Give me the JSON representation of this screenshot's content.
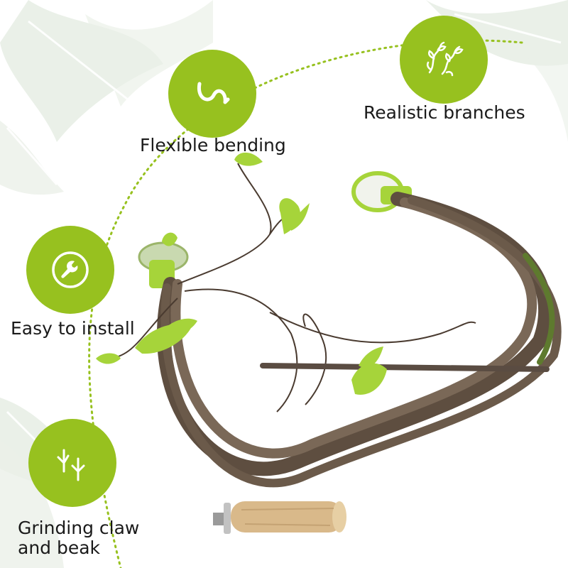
{
  "colors": {
    "accent": "#97C11F",
    "text": "#1a1a1a",
    "bark": "#6b5a4a",
    "leaf": "#a6d43a",
    "wood": "#d9b98a"
  },
  "features": [
    {
      "id": "flexible",
      "label": "Flexible bending",
      "icon": "wavy-line-icon"
    },
    {
      "id": "realistic",
      "label": "Realistic branches",
      "icon": "vine-branches-icon"
    },
    {
      "id": "install",
      "label": "Easy to install",
      "icon": "wrench-icon"
    },
    {
      "id": "grinding",
      "label_line1": "Grinding claw",
      "label_line2": "and beak",
      "icon": "bird-footprints-icon"
    }
  ]
}
